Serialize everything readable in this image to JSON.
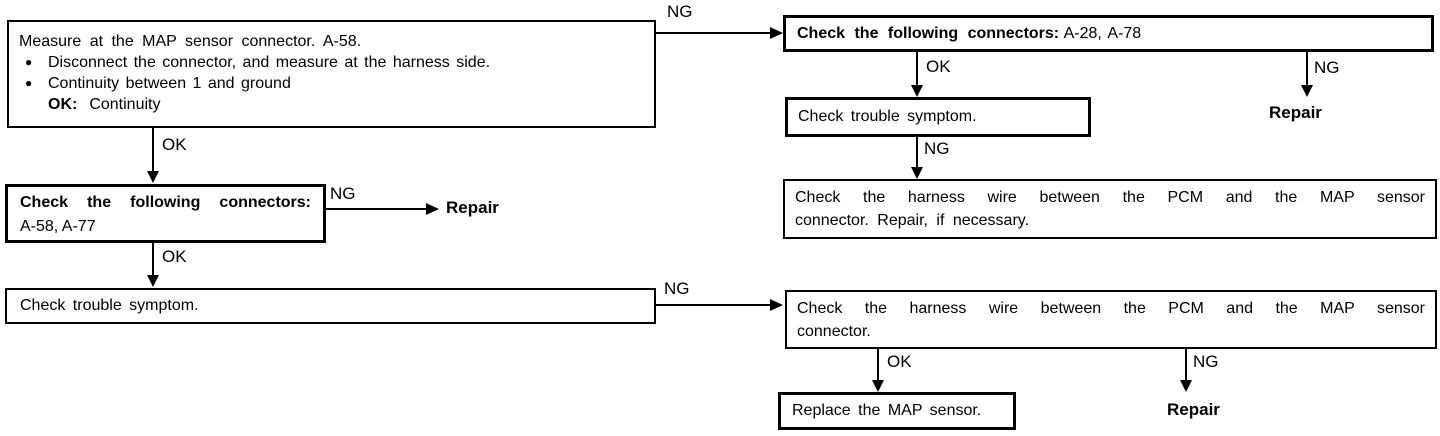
{
  "diagram": {
    "boxes": {
      "measure": {
        "title": "Measure at the MAP sensor connector. A-58.",
        "bullets": [
          "Disconnect the connector, and measure at the harness side.",
          "Continuity between 1 and ground"
        ],
        "result_key": "OK:",
        "result_value": "Continuity"
      },
      "connectors_left": {
        "heading": "Check the following connectors:",
        "detail": "A-58, A-77"
      },
      "trouble_left": {
        "text": "Check trouble symptom."
      },
      "connectors_right": {
        "heading": "Check the following connectors:",
        "detail": "A-28, A-78"
      },
      "trouble_right": {
        "text": "Check trouble symptom."
      },
      "harness_repair": {
        "line1": "Check the harness wire between the PCM and the MAP sensor",
        "line2": "connector. Repair, if necessary."
      },
      "harness_check": {
        "line1": "Check the harness wire between the PCM and the MAP sensor",
        "line2": "connector."
      },
      "replace_sensor": {
        "text": "Replace the MAP sensor."
      }
    },
    "edge_labels": {
      "ok": "OK",
      "ng": "NG"
    },
    "terminals": {
      "repair": "Repair"
    },
    "bullet_glyph": "●",
    "colors": {
      "line": "#000000",
      "background": "#ffffff",
      "text": "#000000"
    }
  }
}
